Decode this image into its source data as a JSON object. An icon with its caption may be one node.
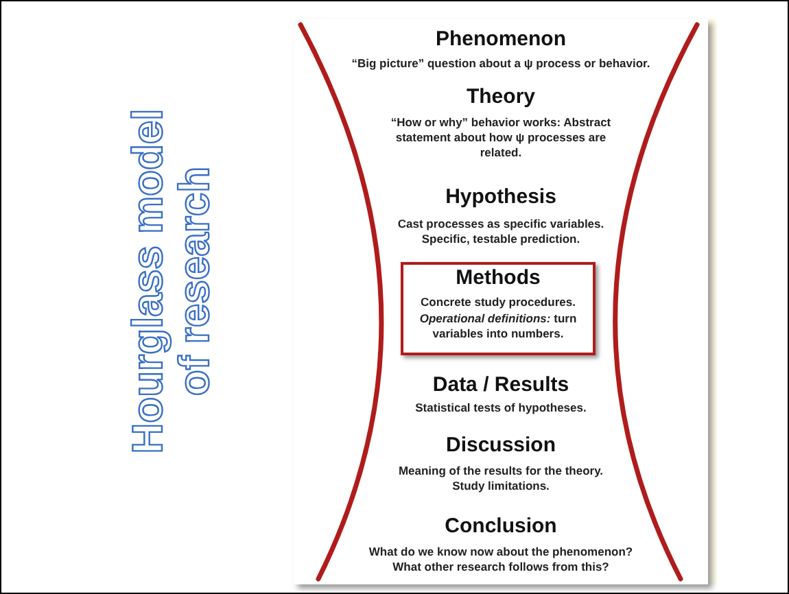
{
  "diagram": {
    "title": "Hourglass model of research",
    "nodes": [
      {
        "text": [
          "Methods",
          "Concrete study procedures.",
          "*Operational definitions:* turn variables into numbers."
        ]
      }
    ],
    "labels": [
      "Phenomenon",
      "“Big picture” question about a ψ process or behavior.",
      "Theory",
      "“How or why” behavior works: Abstract statement about how ψ processes are related.",
      "Hypothesis",
      "Cast processes as specific variables. Specific, testable prediction.",
      "Data / Results",
      "Statistical tests of hypotheses.",
      "Discussion",
      "Meaning of the results for the theory. Study limitations.",
      "Conclusion",
      "What do we know now about the phenomenon? What other research follows from this?"
    ]
  }
}
